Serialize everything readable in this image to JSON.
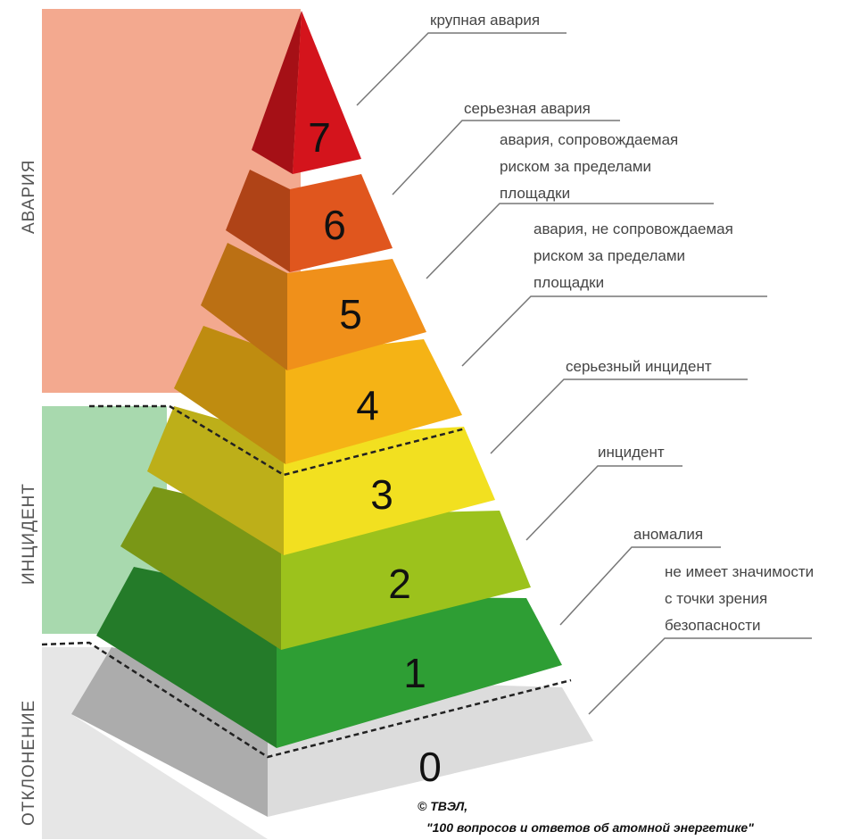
{
  "categories": [
    {
      "key": "accident",
      "label": "АВАРИЯ",
      "color": "#f3a98f"
    },
    {
      "key": "incident",
      "label": "ИНЦИДЕНТ",
      "color": "#a8d9ae"
    },
    {
      "key": "deviation",
      "label": "ОТКЛОНЕНИЕ",
      "color": "#e6e6e6"
    }
  ],
  "levels": [
    {
      "number": "7",
      "color": "#d4141c"
    },
    {
      "number": "6",
      "color": "#e0561e"
    },
    {
      "number": "5",
      "color": "#f0901a"
    },
    {
      "number": "4",
      "color": "#f5b315"
    },
    {
      "number": "3",
      "color": "#f2e020"
    },
    {
      "number": "2",
      "color": "#9cc21c"
    },
    {
      "number": "1",
      "color": "#2e9e34"
    },
    {
      "number": "0",
      "color": "#dcdcdc"
    }
  ],
  "labels": {
    "l7": "крупная авария",
    "l6": "серьезная авария",
    "l5": [
      "авария, сопровождаемая",
      "риском за пределами",
      "площадки"
    ],
    "l4": [
      "авария, не сопровождаемая",
      "риском за пределами",
      "площадки"
    ],
    "l3": "серьезный инцидент",
    "l2": "инцидент",
    "l1": "аномалия",
    "l0": [
      "не имеет значимости",
      "с точки зрения",
      "безопасности"
    ]
  },
  "copyright": {
    "line1": "© ТВЭЛ,",
    "line2": "\"100 вопросов и ответов об атомной энергетике\""
  }
}
